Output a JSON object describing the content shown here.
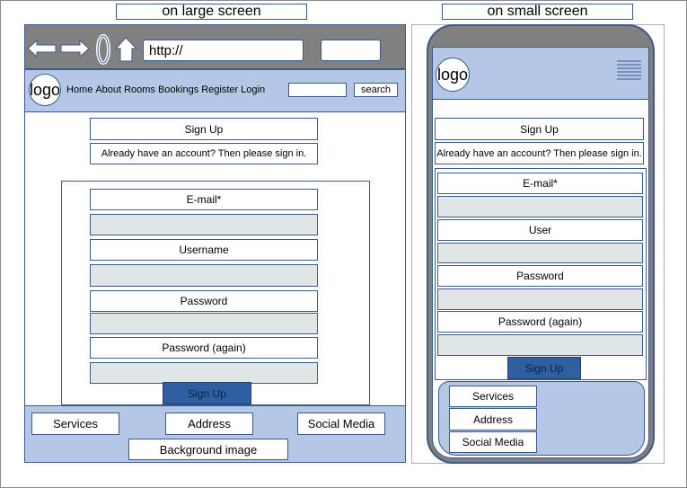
{
  "headings": {
    "large": "on large screen",
    "small": "on small screen"
  },
  "browser": {
    "url": "http://"
  },
  "large": {
    "logo": "logo",
    "nav": [
      "Home",
      "About",
      "Rooms",
      "Bookings",
      "Register",
      "Login"
    ],
    "search_label": "search",
    "signup_title": "Sign Up",
    "signin_text": "Already have an account? Then please sign in.",
    "form_labels": [
      "E-mail*",
      "Username",
      "Password",
      "Password (again)"
    ],
    "submit": "Sign Up",
    "footer": {
      "services": "Services",
      "address": "Address",
      "social": "Social Media",
      "background": "Background image"
    }
  },
  "small": {
    "logo": "logo",
    "signup_title": "Sign Up",
    "signin_text": "Already have an account? Then please sign in.",
    "form_labels": [
      "E-mail*",
      "User",
      "Password",
      "Password (again)"
    ],
    "submit": "Sign Up",
    "footer": {
      "services": "Services",
      "address": "Address",
      "social": "Social Media"
    }
  }
}
